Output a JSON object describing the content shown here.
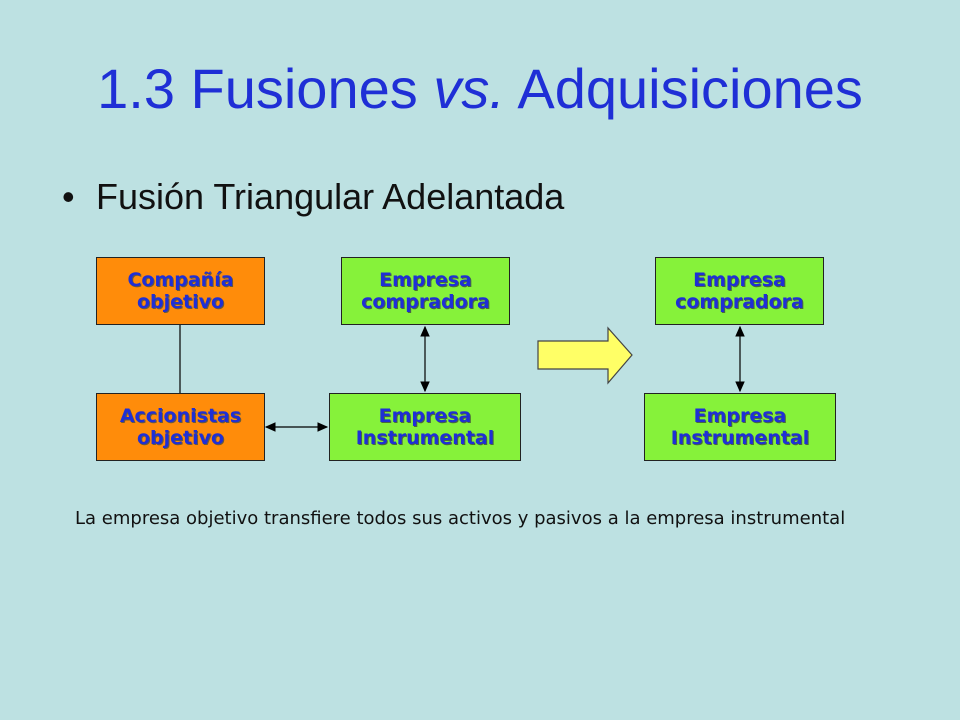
{
  "title": {
    "main": "1.3 Fusiones ",
    "italic": "vs.",
    "rest": " Adquisiciones"
  },
  "bullet": {
    "text": "Fusión Triangular Adelantada"
  },
  "diagram": {
    "before": {
      "target_company": "Compañía objetivo",
      "target_shareholders": "Accionistas objetivo",
      "buyer": "Empresa compradora",
      "instrumental": "Empresa Instrumental"
    },
    "after": {
      "buyer": "Empresa compradora",
      "instrumental": "Empresa Instrumental"
    },
    "colors": {
      "orange": "#ff8c0a",
      "green": "#86f23a",
      "arrow": "#ffff66",
      "text": "#1f2fd6"
    }
  },
  "note": "La empresa objetivo transfiere todos sus activos y pasivos a la empresa instrumental"
}
